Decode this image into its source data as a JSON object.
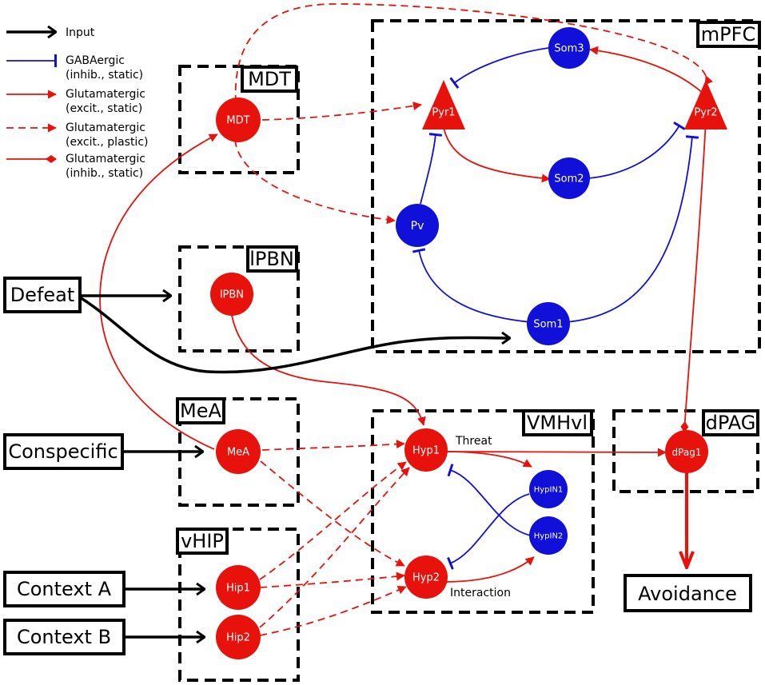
{
  "colors": {
    "excitatory": "#e8120c",
    "inhibitory": "#1010d8",
    "input": "#000000"
  },
  "legend": [
    {
      "label1": "Input",
      "label2": ""
    },
    {
      "label1": "GABAergic",
      "label2": "(inhib., static)"
    },
    {
      "label1": "Glutamatergic",
      "label2": "(excit., static)"
    },
    {
      "label1": "Glutamatergic",
      "label2": "(excit., plastic)"
    },
    {
      "label1": "Glutamatergic",
      "label2": "(inhib., static)"
    }
  ],
  "regions": {
    "mdt": "MDT",
    "lpbn": "lPBN",
    "mea": "MeA",
    "vhip": "vHIP",
    "mpfc": "mPFC",
    "vmhvl": "VMHvl",
    "dpag": "dPAG"
  },
  "nodes": {
    "mdt": "MDT",
    "lpbn": "lPBN",
    "mea": "MeA",
    "hip1": "Hip1",
    "hip2": "Hip2",
    "som3": "Som3",
    "pyr1": "Pyr1",
    "pyr2": "Pyr2",
    "som2": "Som2",
    "pv": "Pv",
    "som1": "Som1",
    "hyp1": "Hyp1",
    "hyp2": "Hyp2",
    "hypin1": "HypIN1",
    "hypin2": "HypIN2",
    "dpag1": "dPag1"
  },
  "inputs": {
    "defeat": "Defeat",
    "conspecific": "Conspecific",
    "context_a": "Context A",
    "context_b": "Context B"
  },
  "output": "Avoidance",
  "annotations": {
    "threat": "Threat",
    "interaction": "Interaction"
  }
}
